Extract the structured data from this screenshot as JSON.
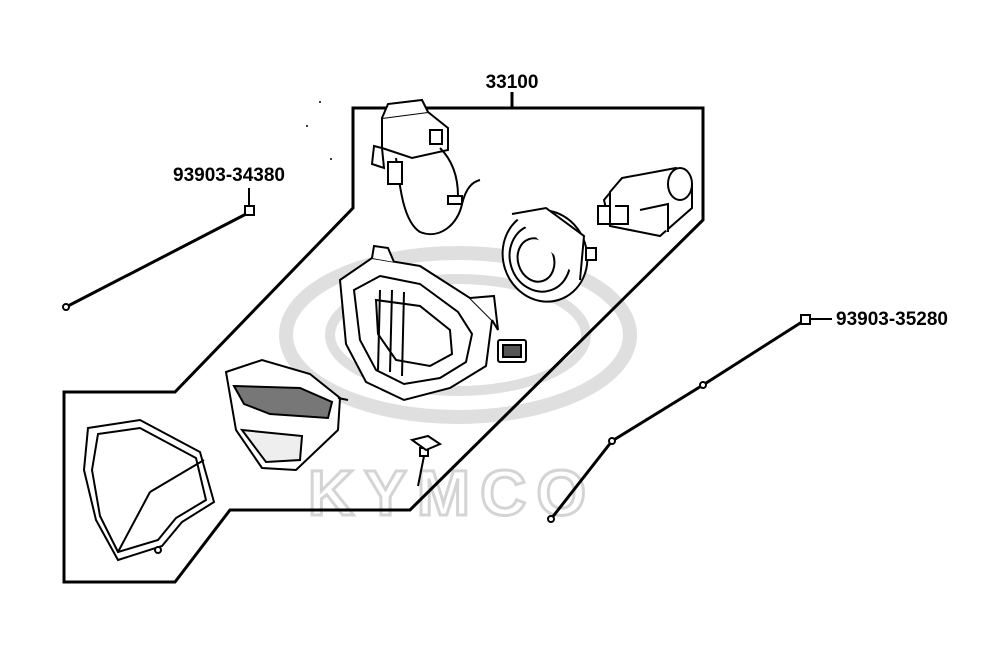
{
  "diagram": {
    "assembly_part_number": "33100",
    "parts": [
      {
        "part_number": "93903-34380"
      },
      {
        "part_number": "93903-35280"
      }
    ]
  },
  "watermark": {
    "brand": "KYMCO",
    "color": "#d9d9d9"
  },
  "colors": {
    "line": "#000000",
    "background": "#ffffff"
  }
}
